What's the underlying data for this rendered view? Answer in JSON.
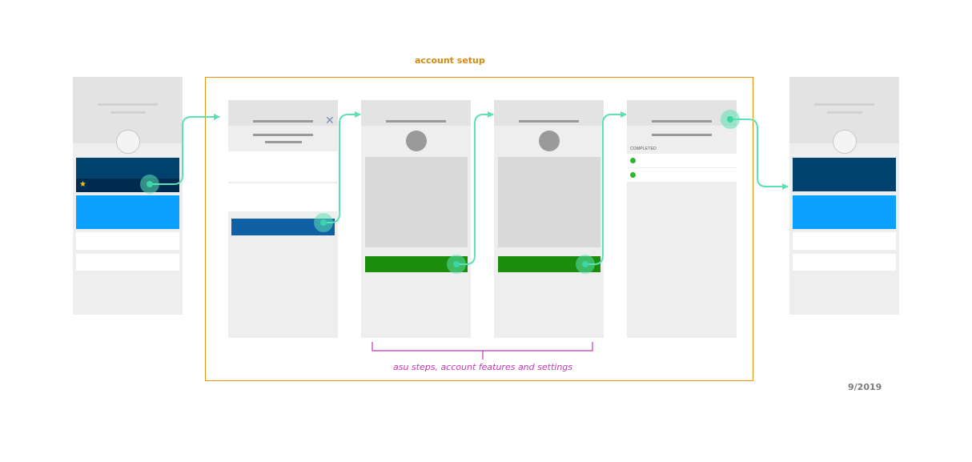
{
  "labels": {
    "group_title": "account setup",
    "steps_caption": "asu steps, account features and settings",
    "date": "9/2019",
    "completed": "COMPLETED"
  },
  "icons": {
    "close": "close-icon",
    "star": "star-icon",
    "check": "check-icon"
  },
  "colors": {
    "group_border": "#e8910f",
    "caption": "#c437b6",
    "flow_arrow": "#5ce0b5",
    "card_dark_blue": "#00416e",
    "card_light_blue": "#0aa1ff",
    "cta_green": "#1a8e0a",
    "button_blue": "#1060a4"
  },
  "glyphs": {
    "close": "✕",
    "star": "★"
  }
}
